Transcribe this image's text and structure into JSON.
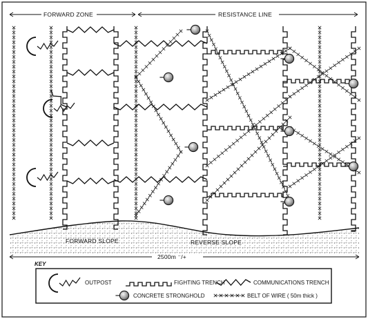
{
  "zones": {
    "forward": "FORWARD ZONE",
    "resistance": "RESISTANCE LINE"
  },
  "terrain": {
    "forward_slope": "FORWARD SLOPE",
    "reverse_slope": "REVERSE SLOPE",
    "distance": "2500m ⁻/+"
  },
  "key": {
    "title": "KEY",
    "items": [
      {
        "label": "OUTPOST"
      },
      {
        "label": "FIGHTING TRENCH"
      },
      {
        "label": "COMMUNICATIONS TRENCH"
      },
      {
        "label": "CONCRETE STRONGHOLD"
      },
      {
        "label": "BELT OF WIRE ( 50m thick )"
      }
    ]
  }
}
